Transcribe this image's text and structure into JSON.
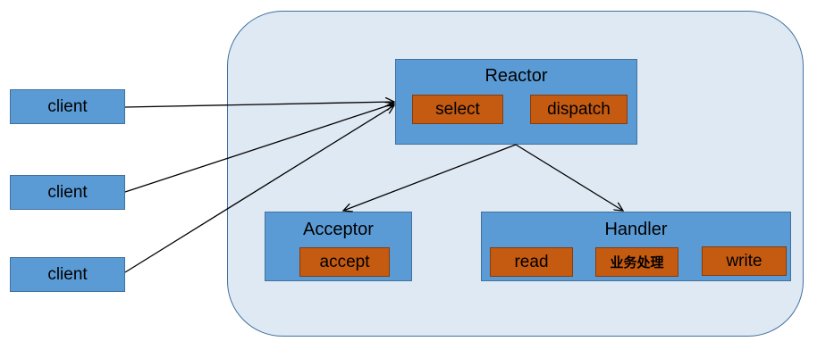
{
  "clients": [
    {
      "label": "client"
    },
    {
      "label": "client"
    },
    {
      "label": "client"
    }
  ],
  "reactor": {
    "title": "Reactor",
    "items": [
      "select",
      "dispatch"
    ]
  },
  "acceptor": {
    "title": "Acceptor",
    "items": [
      "accept"
    ]
  },
  "handler": {
    "title": "Handler",
    "items": [
      "read",
      "业务处理",
      "write"
    ]
  },
  "colors": {
    "container_fill": "#dfe9f4",
    "container_border": "#41719c",
    "blue_box": "#5b9bd5",
    "orange_box": "#c55a11",
    "arrow": "#000000"
  }
}
